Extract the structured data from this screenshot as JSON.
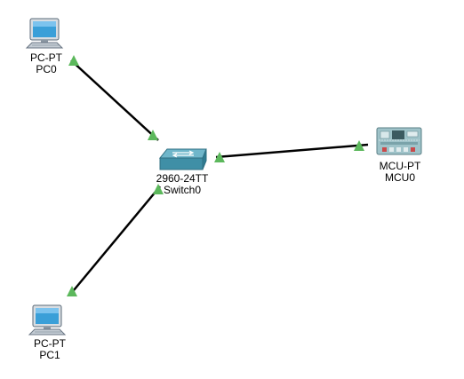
{
  "devices": {
    "pc0": {
      "model": "PC-PT",
      "name": "PC0"
    },
    "pc1": {
      "model": "PC-PT",
      "name": "PC1"
    },
    "switch0": {
      "model": "2960-24TT",
      "name": "Switch0"
    },
    "mcu0": {
      "model": "MCU-PT",
      "name": "MCU0"
    }
  },
  "links": [
    {
      "from": "PC0",
      "to": "Switch0",
      "status": "up"
    },
    {
      "from": "PC1",
      "to": "Switch0",
      "status": "up"
    },
    {
      "from": "MCU0",
      "to": "Switch0",
      "status": "up"
    }
  ],
  "colors": {
    "link": "#000000",
    "link_up_indicator": "#5cb85c",
    "switch_body": "#3f8fa6",
    "pc_screen": "#3a9fd8",
    "mcu_board": "#9fc3c9"
  },
  "icons": {
    "pc": "pc-icon",
    "switch": "switch-icon",
    "mcu": "mcu-board-icon",
    "link_status": "link-up-triangle-icon"
  }
}
